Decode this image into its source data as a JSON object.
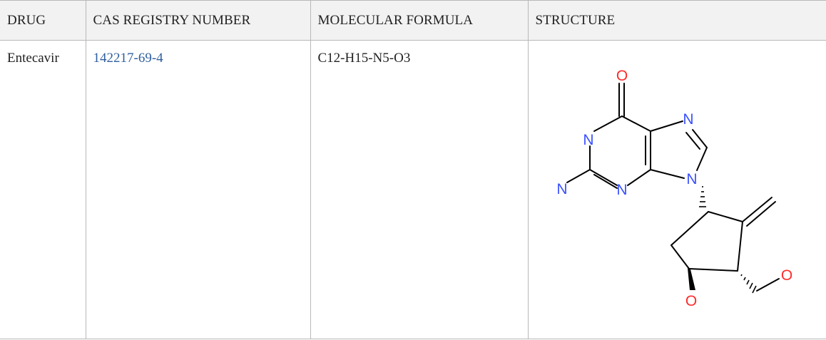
{
  "table": {
    "headers": {
      "drug": "DRUG",
      "cas": "CAS REGISTRY NUMBER",
      "formula": "MOLECULAR FORMULA",
      "structure": "STRUCTURE"
    },
    "rows": [
      {
        "drug": "Entecavir",
        "cas": "142217-69-4",
        "formula": "C12-H15-N5-O3"
      }
    ]
  },
  "structure": {
    "atom_labels": {
      "o_carbonyl": "O",
      "n1": "N",
      "n7": "N",
      "n9": "N",
      "n3": "N",
      "nh2": "N",
      "o_hydroxymethyl": "O",
      "o_hydroxyl": "O"
    },
    "colors": {
      "oxygen": "#ff2b2b",
      "nitrogen": "#3b52ff",
      "bond": "#000000"
    }
  }
}
